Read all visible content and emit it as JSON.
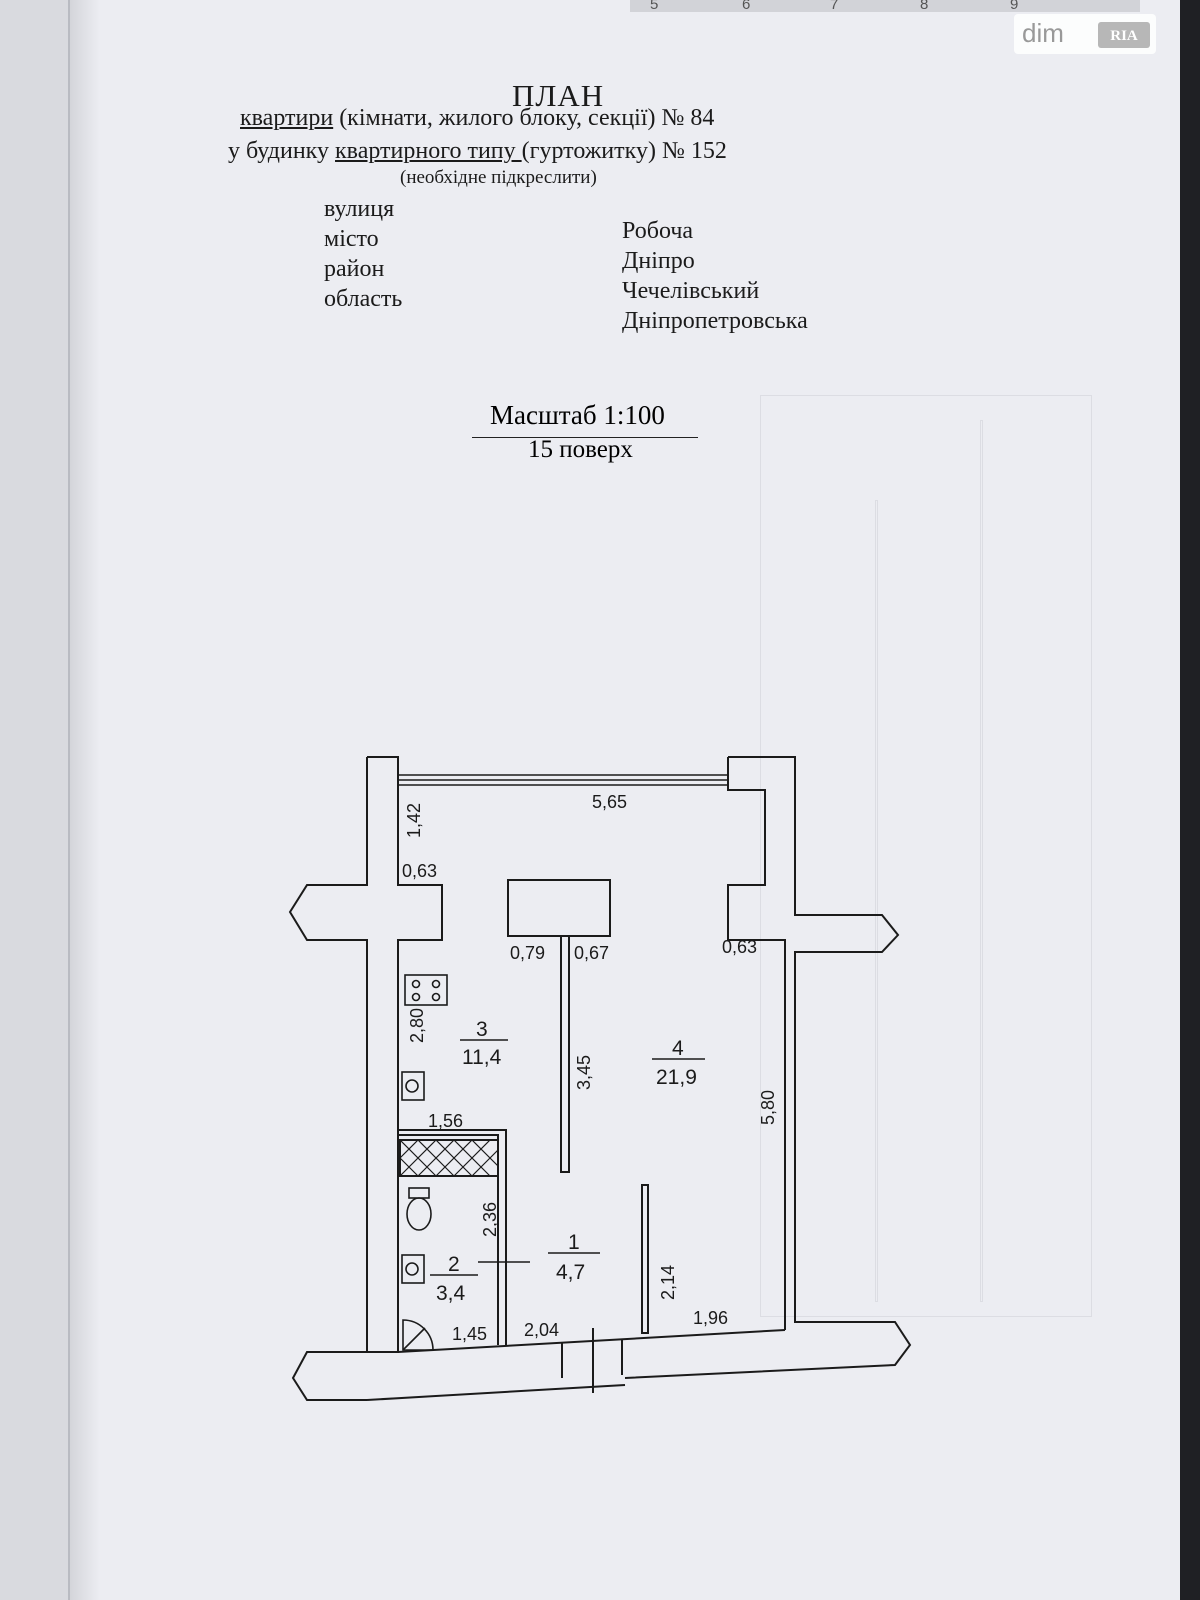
{
  "header": {
    "title": "ПЛАН",
    "line1_underlined": "квартири",
    "line1_rest": " (кімнати, жилого блоку, секції)  № 84",
    "line2_prefix": "у будинку ",
    "line2_underlined": "квартирного типу ",
    "line2_rest": "(гуртожитку) № 152",
    "note": "(необхідне підкреслити)"
  },
  "address": {
    "labels": [
      "вулиця",
      "місто",
      "район",
      "область"
    ],
    "values": [
      "Робоча",
      "Дніпро",
      "Чечелівський",
      "Дніпропетровська"
    ]
  },
  "scale": {
    "text": "Масштаб 1:100",
    "floor": "15 поверх"
  },
  "plan": {
    "dimensions": {
      "top_width": "5,65",
      "left_top": "1,42",
      "left_pier": "0,63",
      "right_pier": "0,63",
      "kitchen_block_left": "0,79",
      "kitchen_block_right": "0,67",
      "partition_length": "3,45",
      "kitchen_height": "2,80",
      "bath_width": "1,56",
      "bath_height": "2,36",
      "bath_bottom": "1,45",
      "hall_bottom": "2,04",
      "hall_partition": "2,14",
      "right_bottom": "1,96",
      "right_height": "5,80"
    },
    "rooms": [
      {
        "number": "1",
        "area": "4,7"
      },
      {
        "number": "2",
        "area": "3,4"
      },
      {
        "number": "3",
        "area": "11,4"
      },
      {
        "number": "4",
        "area": "21,9"
      }
    ]
  },
  "watermark": {
    "brand": "dim",
    "badge": "RIA"
  },
  "ruler": {
    "numbers": [
      "5",
      "6",
      "7",
      "8",
      "9"
    ]
  }
}
